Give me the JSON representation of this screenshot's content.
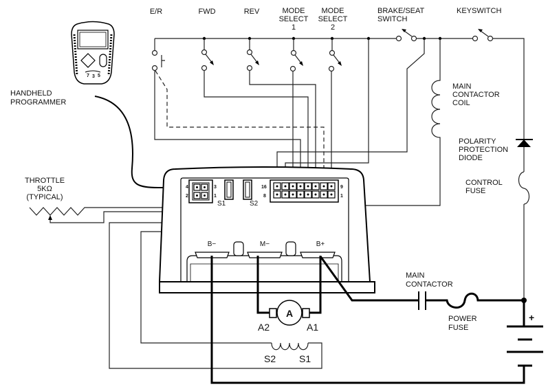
{
  "labels": {
    "er": "E/R",
    "fwd": "FWD",
    "rev": "REV",
    "mode1": [
      "MODE",
      "SELECT",
      "1"
    ],
    "mode2": [
      "MODE",
      "SELECT",
      "2"
    ],
    "brake": [
      "BRAKE/SEAT",
      "SWITCH"
    ],
    "keyswitch": "KEYSWITCH",
    "programmer": [
      "HANDHELD",
      "PROGRAMMER"
    ],
    "coil": [
      "MAIN",
      "CONTACTOR",
      "COIL"
    ],
    "diode": [
      "POLARITY",
      "PROTECTION",
      "DIODE"
    ],
    "control_fuse": [
      "CONTROL",
      "FUSE"
    ],
    "throttle": [
      "THROTTLE",
      "5KΩ",
      "(TYPICAL)"
    ],
    "main_contactor": [
      "MAIN",
      "CONTACTOR"
    ],
    "power_fuse": [
      "POWER",
      "FUSE"
    ],
    "motor": "A",
    "a1": "A1",
    "a2": "A2",
    "field_s1": "S1",
    "field_s2": "S2",
    "battery_plus": "+"
  },
  "controller": {
    "conn_s1": "S1",
    "conn_s2": "S2",
    "pins4": [
      "4",
      "3",
      "2",
      "1"
    ],
    "pins16": [
      "16",
      "9",
      "8",
      "1"
    ],
    "b_minus": "B−",
    "m_minus": "M−",
    "b_plus": "B+"
  },
  "programmer_keys": [
    "7",
    "3",
    "5"
  ]
}
